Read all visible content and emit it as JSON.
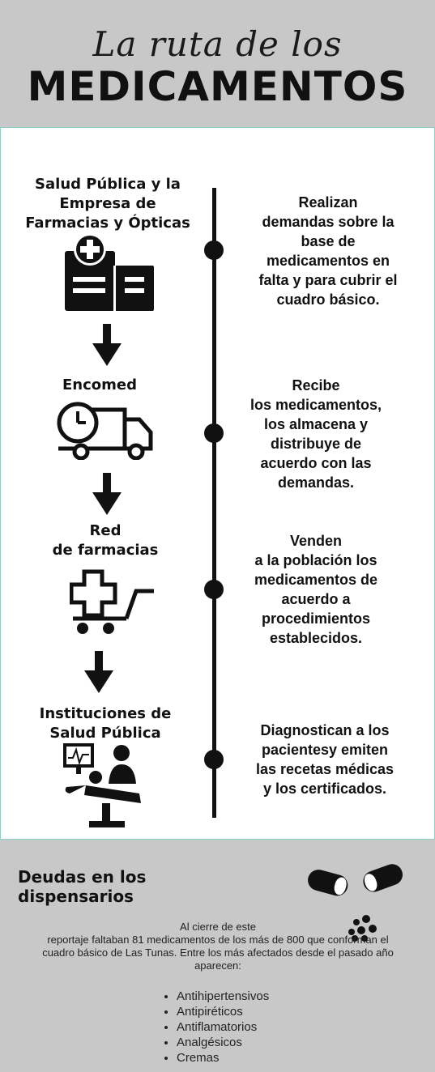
{
  "header": {
    "title_script": "La ruta de los",
    "title_main": "MEDICAMENTOS"
  },
  "steps": [
    {
      "title_lines": [
        "Salud Pública y la",
        "Empresa de",
        "Farmacias y Ópticas"
      ],
      "icon": "hospital-icon",
      "description_lines": [
        "Realizan",
        "demandas sobre la",
        "base de",
        "medicamentos en",
        "falta y para cubrir el",
        "cuadro básico."
      ]
    },
    {
      "title_lines": [
        "Encomed"
      ],
      "icon": "delivery-truck-icon",
      "description_lines": [
        "Recibe",
        "los medicamentos,",
        "los almacena y",
        "distribuye de",
        "acuerdo con las",
        "demandas."
      ]
    },
    {
      "title_lines": [
        "Red",
        "de farmacias"
      ],
      "icon": "pharmacy-cart-icon",
      "description_lines": [
        "Venden",
        "a la población los",
        "medicamentos de",
        "acuerdo a",
        "procedimientos",
        "establecidos."
      ]
    },
    {
      "title_lines": [
        "Instituciones de",
        "Salud Pública"
      ],
      "icon": "doctor-patient-icon",
      "description_lines": [
        "Diagnostican a los",
        "pacientesy emiten",
        "las recetas médicas",
        "y los certificados."
      ]
    }
  ],
  "footer": {
    "title_lines": [
      "Deudas en los",
      "dispensarios"
    ],
    "icon": "pill-capsule-icon",
    "text_lines": [
      "Al cierre de este",
      "reportaje faltaban 81 medicamentos de los más de 800 que conforman el",
      "cuadro básico de Las Tunas. Entre los más afectados desde el pasado año",
      "aparecen:"
    ],
    "items": [
      "Antihipertensivos",
      "Antipiréticos",
      "Antiflamatorios",
      "Analgésicos",
      "Cremas"
    ]
  },
  "colors": {
    "band_gray": "#c8c8c8",
    "accent_border": "#8fcfc4",
    "ink": "#111111"
  }
}
